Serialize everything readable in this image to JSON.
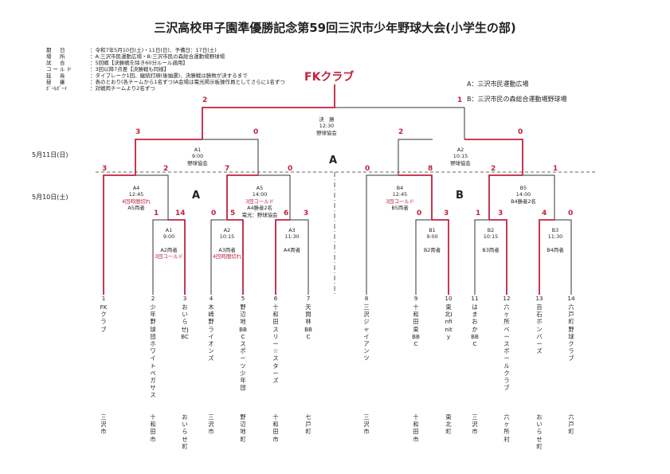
{
  "title": "三沢高校甲子園準優勝記念第59回三沢市少年野球大会(小学生の部)",
  "info": [
    {
      "label": "期　日",
      "value": "：令和7年5月10日(土)・11日(日)、予備日：17日(土)"
    },
    {
      "label": "場　所",
      "value": "：A:三沢市民運動広場・B:三沢市民の森総合運動場野球場"
    },
    {
      "label": "試　合",
      "value": "：5回戦【決勝戦を除き60分ルール適用】"
    },
    {
      "label": "コールド",
      "value": "：3回以降7点差【決勝戦も同様】"
    },
    {
      "label": "延　長",
      "value": "：タイブレーク1回、継続打順(後抽選)、決勝戦は勝敗が決するまで"
    },
    {
      "label": "昼　審",
      "value": "：表のとおり(各チームから1名ずつ)A会場は電光掲示板操作員としてさらに1名ずつ"
    },
    {
      "label": "ﾎﾞｰﾙﾎﾞｰｲ",
      "value": "：対戦両チームより2名ずつ"
    }
  ],
  "champion": "FKクラブ",
  "legend": [
    "A：三沢市民運動広場",
    "B：三沢市民の森総合運動場野球場"
  ],
  "dates": {
    "day2": "5月11日(日)",
    "day1": "5月10日(土)"
  },
  "venues": {
    "a": "A",
    "b": "B"
  },
  "matches": {
    "final": [
      "決　勝",
      "12:30",
      "野球協会"
    ],
    "a1top": [
      "A1",
      "9:00",
      "野球協会"
    ],
    "a2top": [
      "A2",
      "10:15",
      "野球協会"
    ],
    "a4": [
      "A4",
      "12:45",
      "4回時間切れ",
      "A5両者"
    ],
    "a5": [
      "A5",
      "14:00",
      "3回コールド",
      "A4勝者2名",
      "電光：野球協会"
    ],
    "b4": [
      "B4",
      "12:45",
      "3回コールド",
      "B5両者"
    ],
    "b5": [
      "B5",
      "14:00",
      "",
      "B4勝者2名"
    ],
    "ra1": [
      "A1",
      "9:00",
      "A2両者",
      "3回コールド"
    ],
    "ra2": [
      "A2",
      "10:15",
      "A3両者",
      "4回時間切れ"
    ],
    "ra3": [
      "A3",
      "11:30",
      "A4両者"
    ],
    "rb1": [
      "B1",
      "9:00",
      "B2両者"
    ],
    "rb2": [
      "B2",
      "10:15",
      "B3両者"
    ],
    "rb3": [
      "B3",
      "11:30",
      "B4両者"
    ]
  },
  "scores": {
    "final_l": "2",
    "final_r": "1",
    "sf1_l": "3",
    "sf1_r": "0",
    "sf2_l": "2",
    "sf2_r": "0",
    "a4_l": "3",
    "a4_r": "2",
    "a5_l": "7",
    "a5_r": "0",
    "b4_l": "0",
    "b4_r": "8",
    "b5_l": "2",
    "b5_r": "1",
    "ra1_l": "1",
    "ra1_r": "14",
    "ra2_l": "0",
    "ra2_r": "5",
    "ra3_l": "6",
    "ra3_r": "3",
    "rb1_l": "0",
    "rb1_r": "3",
    "rb2_l": "1",
    "rb2_r": "3",
    "rb3_l": "4",
    "rb3_r": "0"
  },
  "teams": [
    {
      "num": "1",
      "name": "FKクラブ",
      "city": "三沢市"
    },
    {
      "num": "2",
      "name": "少年野球団ホワイトペガサス",
      "city": "十和田市"
    },
    {
      "num": "3",
      "name": "おいらせJBC",
      "city": "おいらせ町"
    },
    {
      "num": "4",
      "name": "木崎野ライオンズ",
      "city": "三沢市"
    },
    {
      "num": "5",
      "name": "野辺地BBCスポーツ少年団",
      "city": "野辺地町"
    },
    {
      "num": "6",
      "name": "十和田スリー☆スターズ",
      "city": "十和田市"
    },
    {
      "num": "7",
      "name": "天間林BBC",
      "city": "七戸町"
    },
    {
      "num": "8",
      "name": "三沢ジャイアンツ",
      "city": "三沢市"
    },
    {
      "num": "9",
      "name": "十和田東BBC",
      "city": "十和田市"
    },
    {
      "num": "10",
      "name": "東北Infinity",
      "city": "東北町"
    },
    {
      "num": "11",
      "name": "はまおかBBC",
      "city": "三沢市"
    },
    {
      "num": "12",
      "name": "六ヶ所ベースボールクラブ",
      "city": "六ヶ所村"
    },
    {
      "num": "13",
      "name": "百石ボンバーズ",
      "city": "おいらせ町"
    },
    {
      "num": "14",
      "name": "六戸町野球クラブ",
      "city": "六戸町"
    }
  ],
  "colors": {
    "winner": "#c0223c",
    "line": "#333333"
  }
}
